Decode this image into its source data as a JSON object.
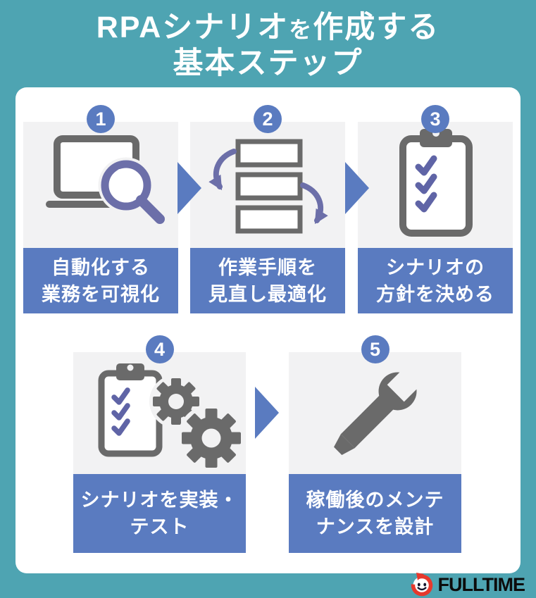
{
  "title": {
    "line1_pre": "RPAシナリオ",
    "line1_small": "を",
    "line1_post": "作成する",
    "line2": "基本ステップ"
  },
  "steps": [
    {
      "number": "1",
      "icon": "laptop-magnifier-icon",
      "label_line1": "自動化する",
      "label_line2": "業務を可視化"
    },
    {
      "number": "2",
      "icon": "reorder-steps-icon",
      "label_line1": "作業手順を",
      "label_line2": "見直し最適化"
    },
    {
      "number": "3",
      "icon": "checklist-clipboard-icon",
      "label_line1": "シナリオの",
      "label_line2": "方針を決める"
    },
    {
      "number": "4",
      "icon": "clipboard-gears-icon",
      "label_line1": "シナリオを実装・",
      "label_line2": "テスト"
    },
    {
      "number": "5",
      "icon": "wrench-icon",
      "label_line1": "稼働後のメンテ",
      "label_line2": "ナンスを設計"
    }
  ],
  "logo": {
    "text": "FULLTIME"
  },
  "colors": {
    "background_teal": "#4EA4B2",
    "accent_blue": "#5A7BC0",
    "icon_gray": "#6A6A6A",
    "accent_purple": "#6C6FA9",
    "check_purple": "#5F64A6",
    "icon_box_bg": "#F2F2F3",
    "panel_bg": "#FFFFFF",
    "logo_red": "#E6392D",
    "logo_text_color": "#0C0C0C"
  }
}
